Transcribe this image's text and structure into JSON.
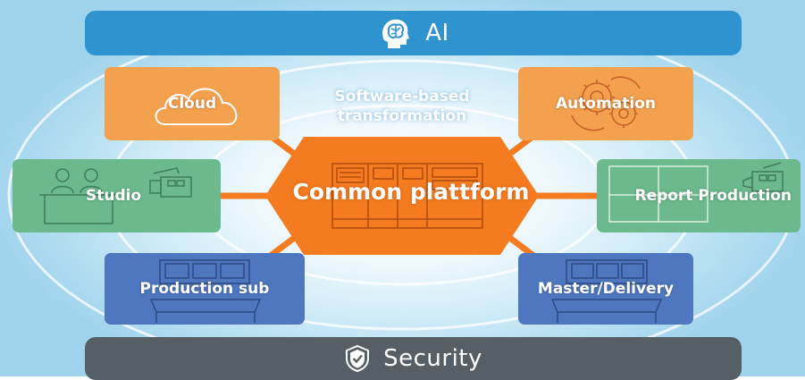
{
  "bands": {
    "ai": {
      "label": "AI",
      "icon": "brain-head-icon"
    },
    "security": {
      "label": "Security",
      "icon": "shield-check-icon"
    }
  },
  "center": {
    "label": "Common plattform",
    "subtitle_line1": "Software-based",
    "subtitle_line2": "transformation",
    "icon": "equipment-rack-icon"
  },
  "nodes": [
    {
      "id": "cloud",
      "label": "Cloud",
      "icon": "cloud-icon",
      "color": "#f3a04f"
    },
    {
      "id": "automation",
      "label": "Automation",
      "icon": "gears-icon",
      "color": "#f3a04f"
    },
    {
      "id": "studio",
      "label": "Studio",
      "icon": "studio-camera-icon",
      "color": "#6cb98d"
    },
    {
      "id": "report",
      "label": "Report Production",
      "icon": "camera-icon",
      "color": "#6cb98d"
    },
    {
      "id": "production-sub",
      "label": "Production sub",
      "icon": "console-icon",
      "color": "#4f77bf"
    },
    {
      "id": "master",
      "label": "Master/Delivery",
      "icon": "console-icon",
      "color": "#4f77bf"
    }
  ],
  "colors": {
    "core": "#f47b20",
    "ai_band": "#2f93cf",
    "security_band": "#575f66"
  }
}
